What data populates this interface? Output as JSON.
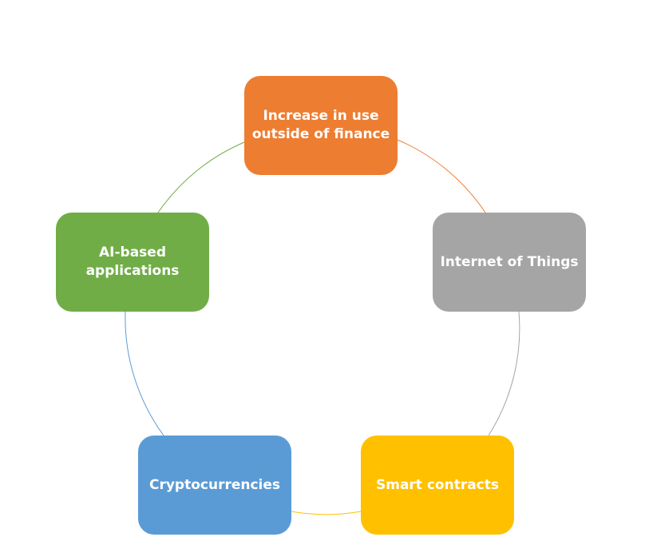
{
  "cycle": {
    "nodes": [
      {
        "label": "Increase in use\noutside of finance",
        "color": "#ED7D31"
      },
      {
        "label": "Internet of Things",
        "color": "#A5A5A5"
      },
      {
        "label": "Smart contracts",
        "color": "#FFC000"
      },
      {
        "label": "Cryptocurrencies",
        "color": "#5B9BD5"
      },
      {
        "label": "AI-based\napplications",
        "color": "#70AD47"
      }
    ]
  }
}
